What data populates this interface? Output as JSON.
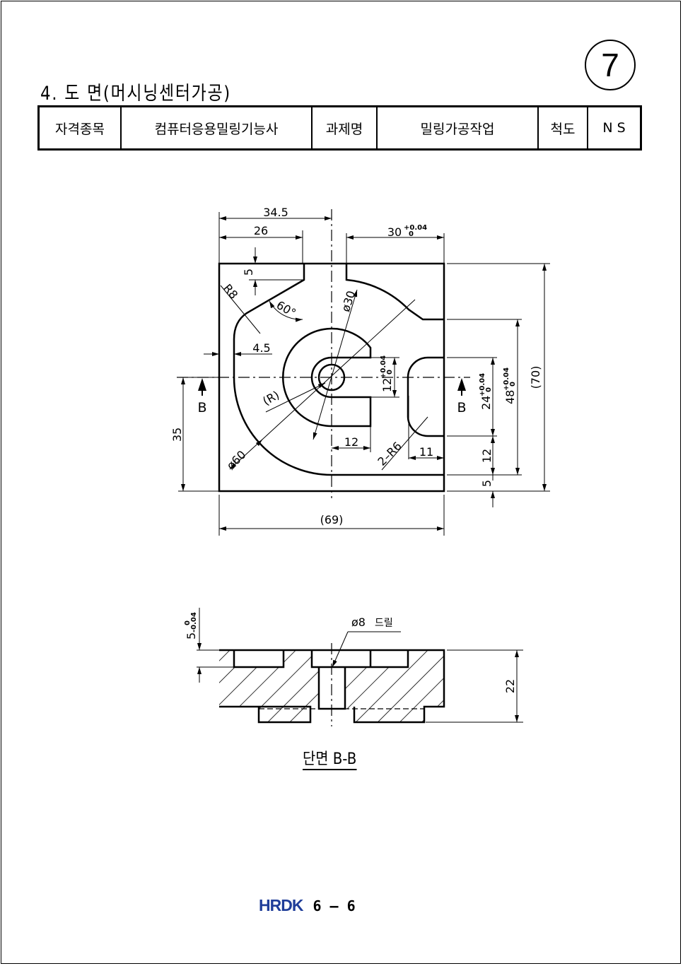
{
  "heading": "4. 도 면(머시닝센터가공)",
  "page_badge": "7",
  "info_table": {
    "qualification_label": "자격종목",
    "qualification_value": "컴퓨터응용밀링기능사",
    "task_label": "과제명",
    "task_value": "밀링가공작업",
    "scale_label": "척도",
    "scale_value": "N S"
  },
  "plan_view": {
    "dims": {
      "d34_5": "34.5",
      "d26": "26",
      "d30": "30",
      "d30_tol_upper": "+0.04",
      "d30_tol_lower": "0",
      "d5_top": "5",
      "r8": "R8",
      "angle60": "60°",
      "dia30": "ø30",
      "d4_5": "4.5",
      "r_slot": "(R)",
      "dia60": "ø60",
      "d12_slot_len": "12",
      "r6": "2–R6",
      "d11": "11",
      "d12_slot_w": "12",
      "d24": "24",
      "d48": "48",
      "tol_upper": "+0.04",
      "tol_lower": "0",
      "d70": "(70)",
      "d12_right": "12",
      "d5_right": "5",
      "d35": "35",
      "d69": "(69)"
    },
    "section_mark_left": "B",
    "section_mark_right": "B"
  },
  "section_view": {
    "depth_dim": "5",
    "depth_tol_upper": "0",
    "depth_tol_lower": "-0.04",
    "drill_dia": "ø8",
    "drill_label": "드릴",
    "height_dim": "22",
    "caption": "단면 B-B"
  },
  "footer": {
    "logo": "HRDK",
    "page": "6 – 6"
  },
  "colors": {
    "logo": "#1f3d99",
    "ink": "#000000"
  }
}
